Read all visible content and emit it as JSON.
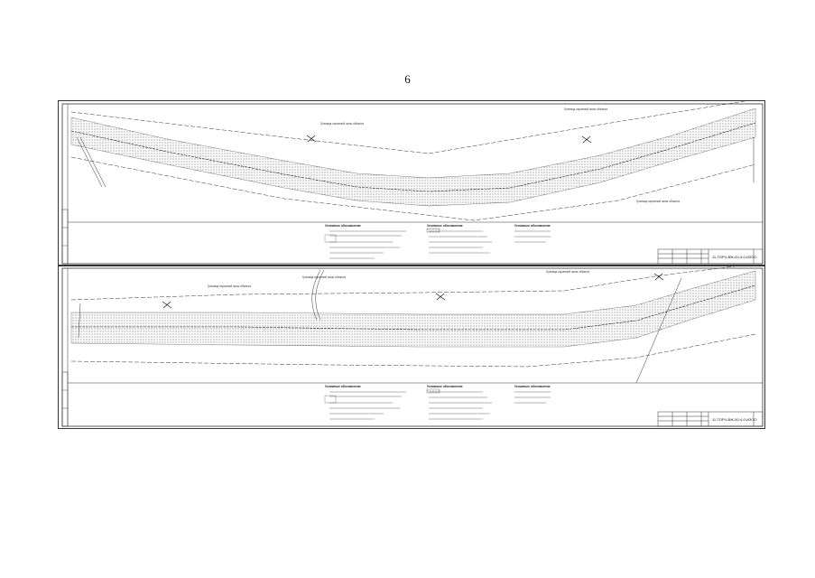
{
  "page": {
    "number": "6"
  },
  "sheets": [
    {
      "id": "sheet-1",
      "annotations": [
        "Граница охранной зоны объекта",
        "Граница охранной зоны объекта",
        "Граница охранной зоны объекта"
      ],
      "legend_title_1": "Условные обозначения",
      "legend_title_2": "Условные обозначения",
      "legend_title_3": "Условные обозначения",
      "stamp_code": "11-ТОРЧ-ВЖ-00-4-0-ИЗОО"
    },
    {
      "id": "sheet-2",
      "annotations": [
        "Граница охранной зоны объекта",
        "Граница охранной зоны объекта",
        "Граница охранной зоны объекта"
      ],
      "legend_title_1": "Условные обозначения",
      "legend_title_2": "Условные обозначения",
      "legend_title_3": "Условные обозначения",
      "stamp_code": "11-ТОРЧ-ВЖ-00-4-0-ИЗОО"
    }
  ]
}
